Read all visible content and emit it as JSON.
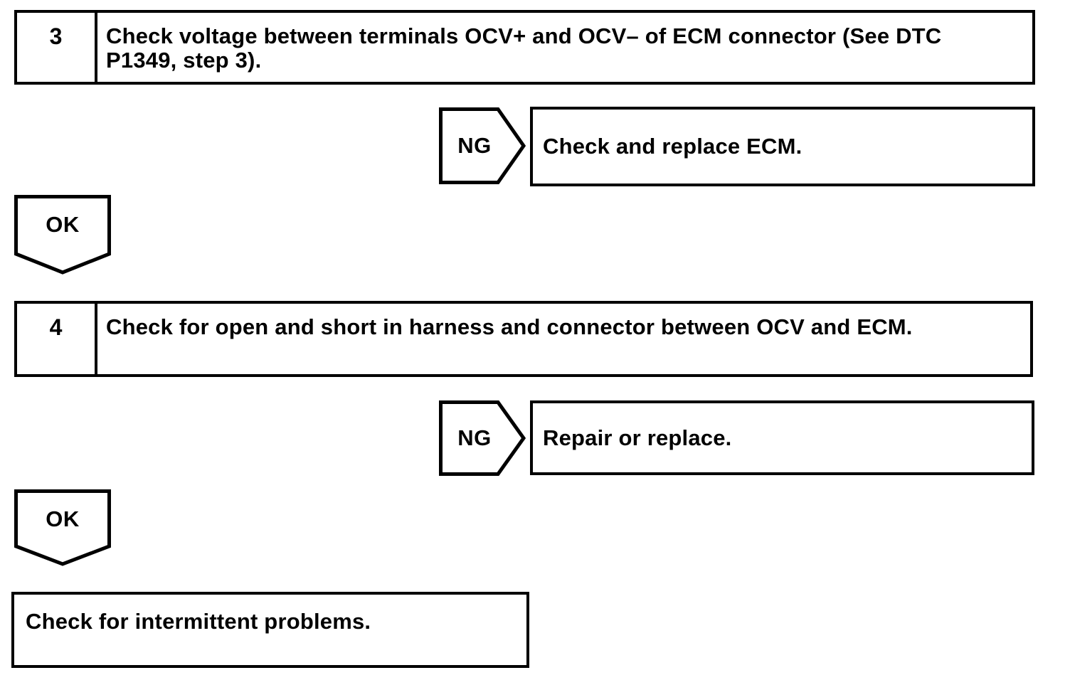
{
  "page": {
    "background": "#ffffff",
    "ink": "#000000"
  },
  "flowchart": {
    "steps": [
      {
        "number": "3",
        "lines": [
          "Check voltage between terminals OCV+ and OCV– of ECM connector (See DTC",
          "P1349, step 3)."
        ]
      },
      {
        "number": "4",
        "lines": [
          "Check for open and short in harness and connector between OCV and ECM."
        ]
      }
    ],
    "connectors": {
      "ng_label": "NG",
      "ok_label": "OK"
    },
    "results": [
      {
        "text": "Check and replace ECM."
      },
      {
        "text": "Repair or replace."
      }
    ],
    "final_box": {
      "text": "Check for intermittent problems."
    }
  }
}
